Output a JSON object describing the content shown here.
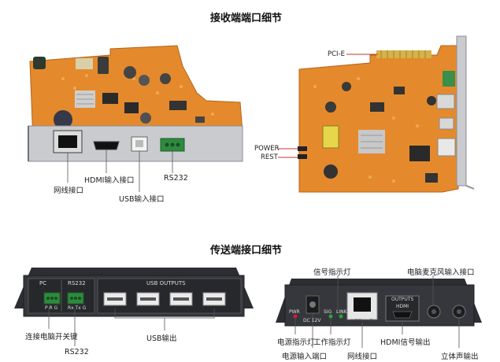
{
  "sections": {
    "receiver_title": "接收端端口细节",
    "sender_title": "传送端接口细节"
  },
  "receiver_left_labels": {
    "network": "网线接口",
    "hdmi_in": "HDMI输入接口",
    "usb_in": "USB输入接口",
    "rs232": "RS232"
  },
  "receiver_right_labels": {
    "pcie": "PCI-E",
    "power": "POWER",
    "rest": "REST"
  },
  "sender_left": {
    "panel_pc": "PC",
    "panel_rs232": "RS232",
    "panel_usb_outputs": "USB OUTPUTS",
    "terminal_pc_marks": "P  R  G",
    "terminal_rs232_marks": "Rx Tx G",
    "label_pc_switch": "连接电脑开关键",
    "label_rs232": "RS232",
    "label_usb_out": "USB输出"
  },
  "sender_right": {
    "panel_pwr": "PWR",
    "panel_dc": "DC 12V",
    "panel_sig": "SIG",
    "panel_link": "LINK",
    "panel_hdbaset": "HDBaseT",
    "panel_outputs": "OUTPUTS",
    "panel_hdmi": "HDMI",
    "label_signal_led": "信号指示灯",
    "label_mic": "电脑麦克风输入接口",
    "label_power_led": "电源指示灯",
    "label_work_led": "工作指示灯",
    "label_power_in": "电源输入端口",
    "label_network": "网线接口",
    "label_hdmi_out": "HDMI信号输出",
    "label_audio_out": "立体声输出"
  }
}
